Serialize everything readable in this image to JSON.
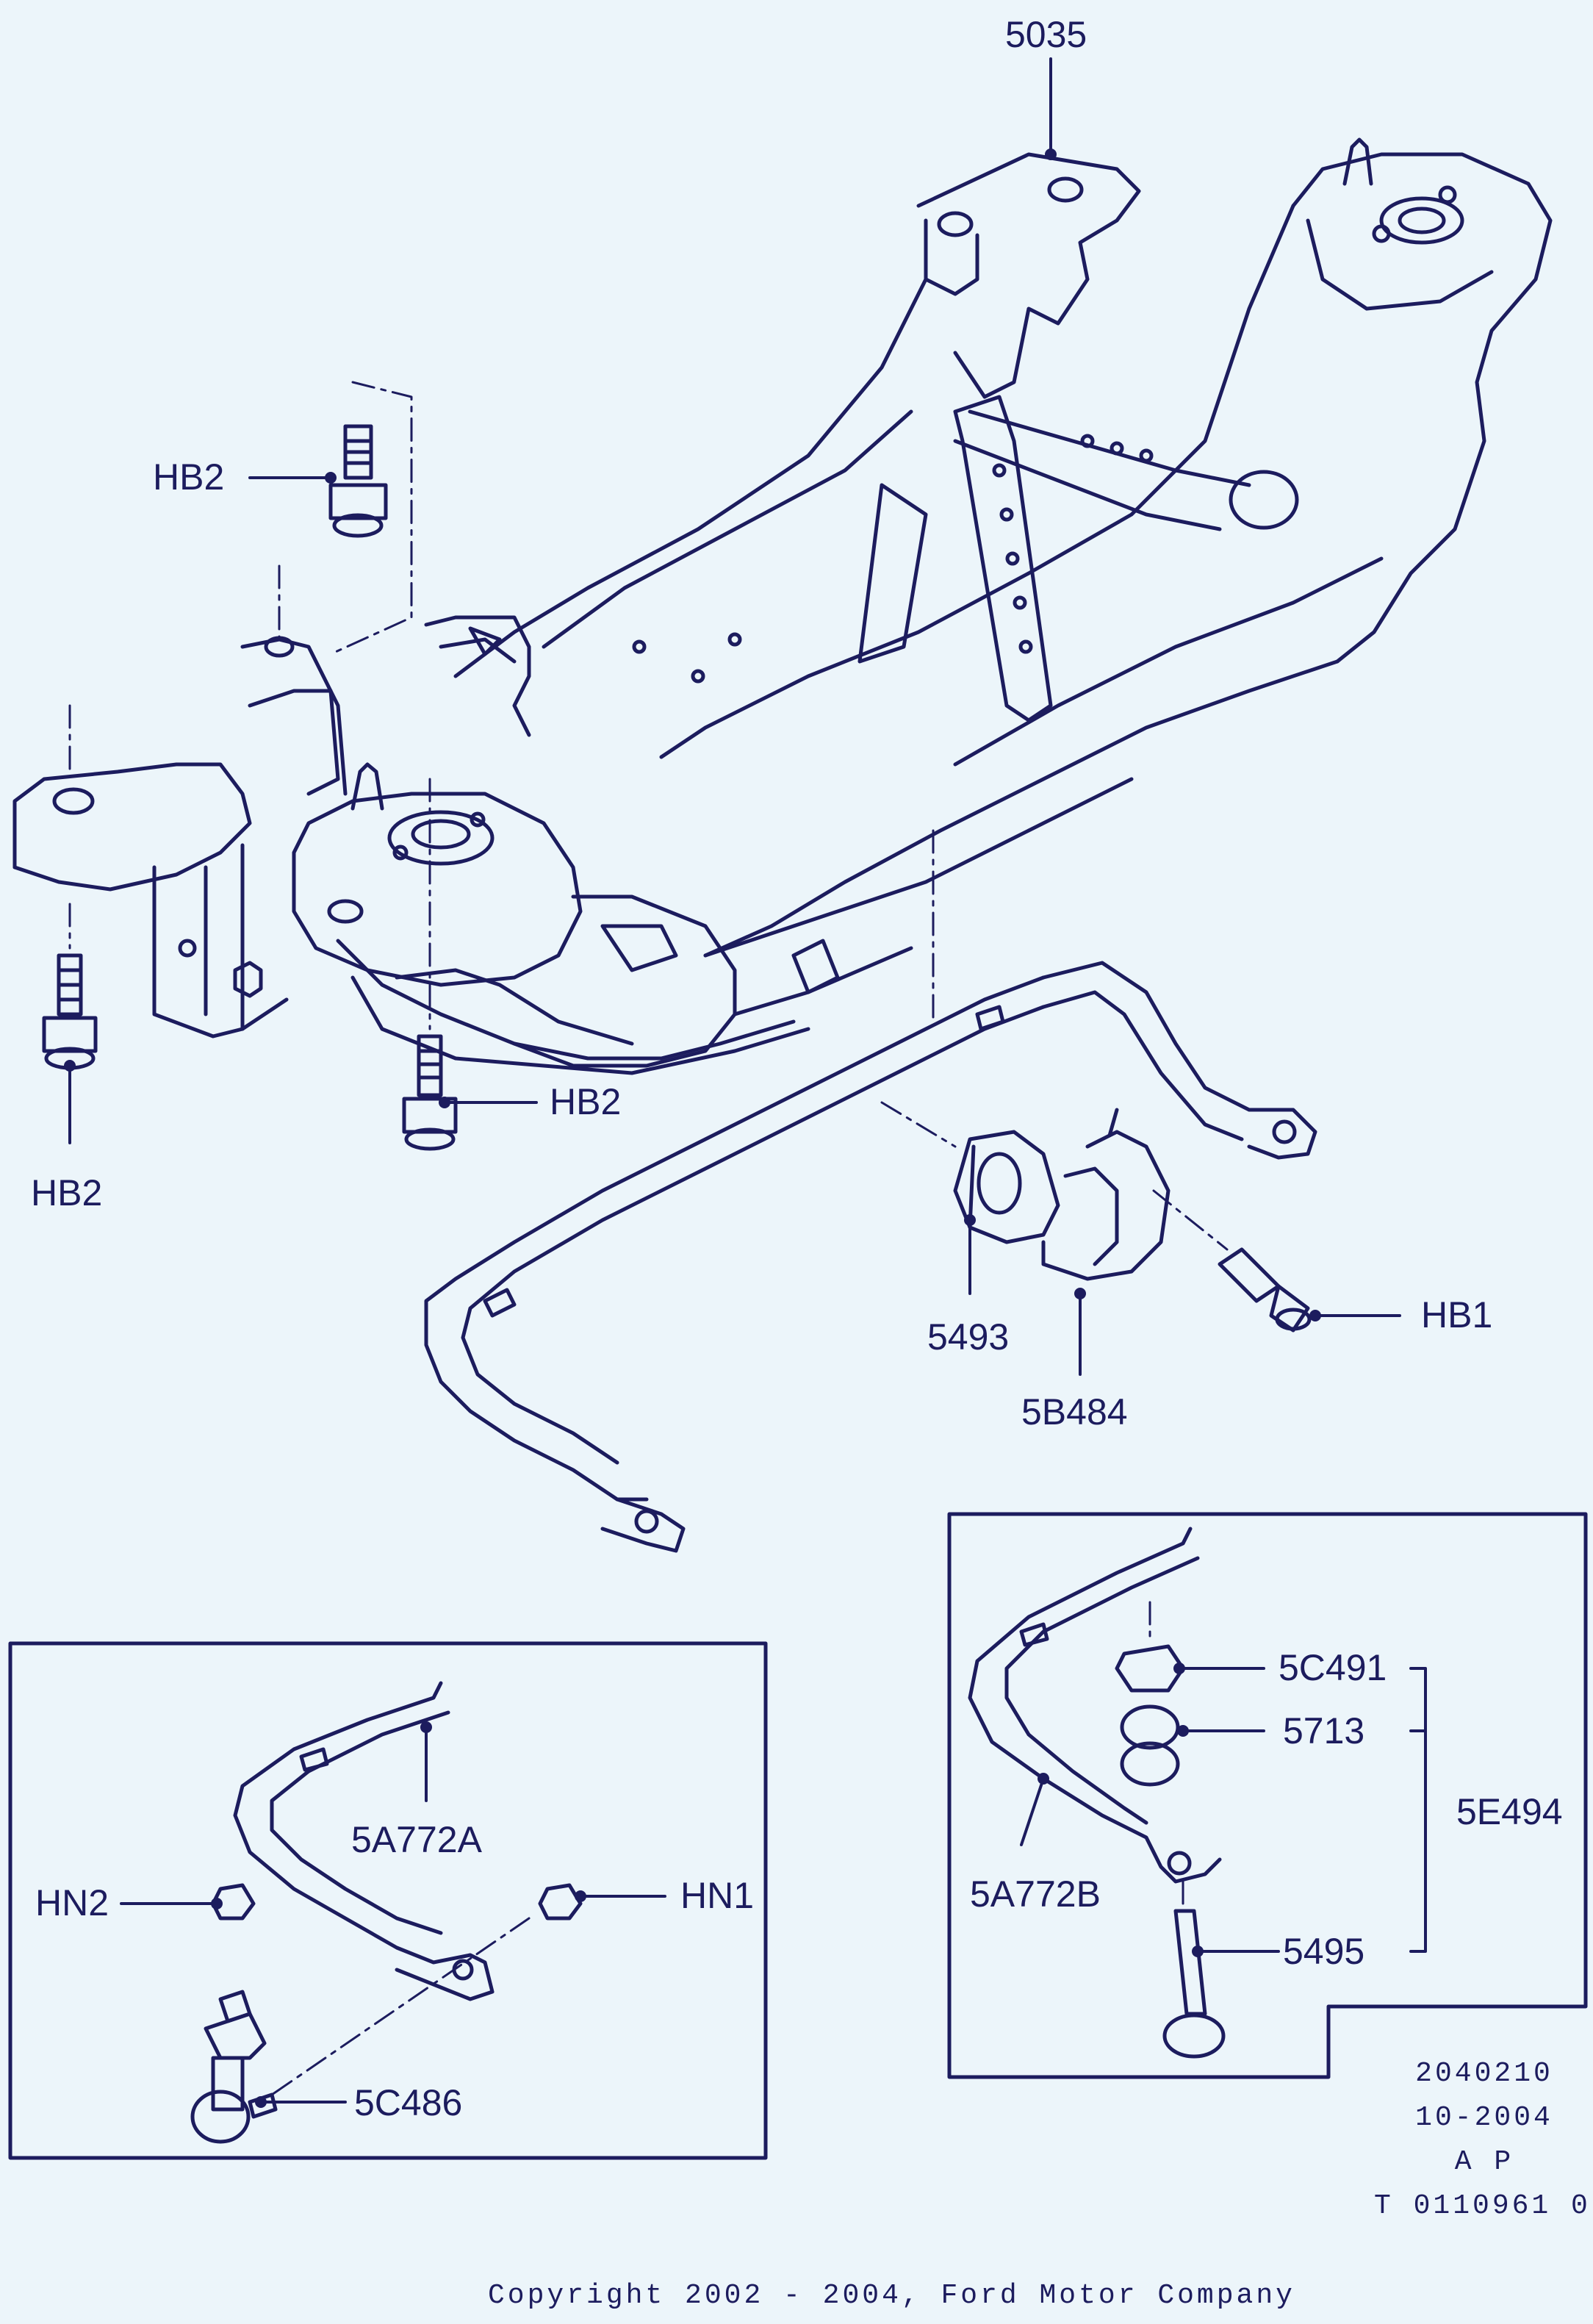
{
  "colors": {
    "background": "#ecf5fa",
    "ink": "#1c1c5e"
  },
  "callouts": {
    "p5035": "5035",
    "hb2_upper": "HB2",
    "hb2_center": "HB2",
    "hb2_left": "HB2",
    "hb1": "HB1",
    "p5493": "5493",
    "p5b484": "5B484",
    "p5a772a": "5A772A",
    "hn2": "HN2",
    "hn1": "HN1",
    "p5c486": "5C486",
    "p5c491": "5C491",
    "p5713": "5713",
    "p5e494": "5E494",
    "p5a772b": "5A772B",
    "p5495": "5495"
  },
  "meta": {
    "code": "2040210",
    "date": "10-2004",
    "region": "A P",
    "ref": "T 0110961 0"
  },
  "copyright": "Copyright 2002 - 2004, Ford Motor Company"
}
